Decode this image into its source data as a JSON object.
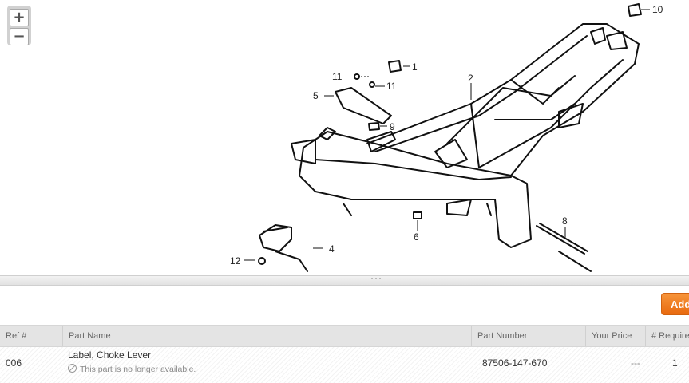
{
  "diagram": {
    "callouts": [
      "1",
      "2",
      "4",
      "5",
      "6",
      "8",
      "9",
      "10",
      "11",
      "11",
      "12"
    ]
  },
  "zoom": {
    "in_label": "+",
    "out_label": "−"
  },
  "splitter": {
    "grip": "˚˚˚"
  },
  "actions": {
    "add_label": "Add"
  },
  "table": {
    "headers": {
      "ref": "Ref #",
      "name": "Part Name",
      "number": "Part Number",
      "price": "Your Price",
      "required": "# Required"
    },
    "rows": [
      {
        "ref": "006",
        "name": "Label, Choke Lever",
        "note": "This part is no longer available.",
        "number": "87506-147-670",
        "price": "---",
        "required": "1"
      }
    ]
  }
}
